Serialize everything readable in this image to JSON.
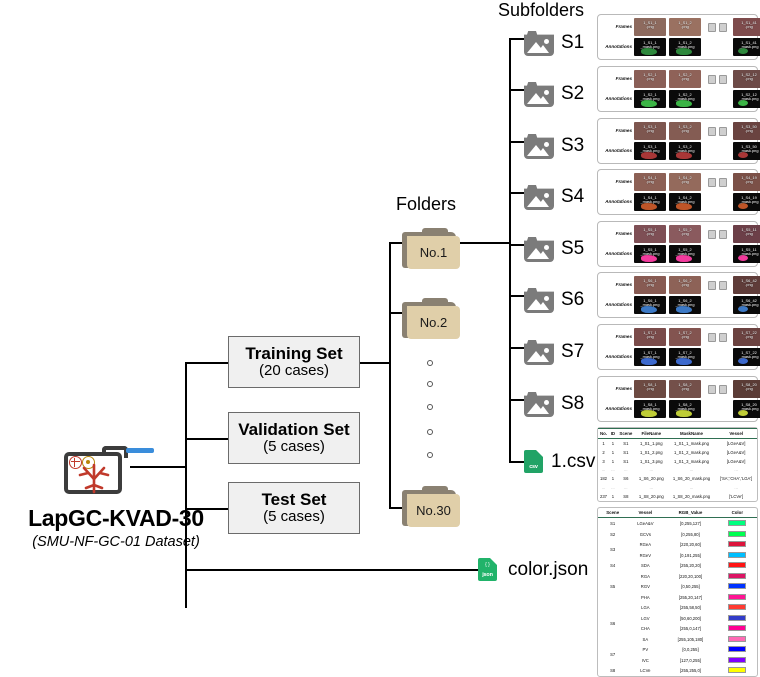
{
  "root": {
    "title": "LapGC-KVAD-30",
    "subtitle": "(SMU-NF-GC-01 Dataset)",
    "icon": "dataset-folder-icon"
  },
  "splits": [
    {
      "name": "Training Set",
      "cases": "(20 cases)"
    },
    {
      "name": "Validation Set",
      "cases": "(5 cases)"
    },
    {
      "name": "Test Set",
      "cases": "(5 cases)"
    }
  ],
  "folders": {
    "label": "Folders",
    "items": [
      {
        "label": "No.1"
      },
      {
        "label": "No.2"
      },
      {
        "label": "No.30"
      }
    ],
    "ellipsis_dots": 5
  },
  "subfolders": {
    "label": "Subfolders",
    "items": [
      {
        "label": "S1"
      },
      {
        "label": "S2"
      },
      {
        "label": "S3"
      },
      {
        "label": "S4"
      },
      {
        "label": "S5"
      },
      {
        "label": "S6"
      },
      {
        "label": "S7"
      },
      {
        "label": "S8"
      }
    ]
  },
  "files": [
    {
      "label": "1.csv",
      "icon": "csv-file-icon",
      "badge": "csv",
      "color": "#21a366"
    },
    {
      "label": "color.json",
      "icon": "json-file-icon",
      "badge": "json",
      "color": "#21b36a"
    }
  ],
  "panels": {
    "row_labels": {
      "frames": "Frames",
      "annotations": "Annotations"
    },
    "items": [
      {
        "id": "S1",
        "frames": [
          "1_S1_1\n.png",
          "1_S1_2\n.png",
          "1_S1_41\n.png"
        ],
        "annotations": [
          "1_S1_1\n_mask.png",
          "1_S1_2\n_mask.png",
          "1_S1_41\n_mask.png"
        ],
        "frame_colors": [
          "#8d6a5e",
          "#9a7161",
          "#7e4b4c"
        ],
        "ann_accent": "#2f8f3f"
      },
      {
        "id": "S2",
        "frames": [
          "1_S2_1\n.png",
          "1_S2_2\n.png",
          "1_S2_12\n.png"
        ],
        "annotations": [
          "1_S2_1\n_mask.png",
          "1_S2_2\n_mask.png",
          "1_S2_12\n_mask.png"
        ],
        "frame_colors": [
          "#8a5f57",
          "#8f6258",
          "#6d4a47"
        ],
        "ann_accent": "#3fbf4a"
      },
      {
        "id": "S3",
        "frames": [
          "1_S3_1\n.png",
          "1_S3_2\n.png",
          "1_S3_50\n.png"
        ],
        "annotations": [
          "1_S3_1\n_mask.png",
          "1_S3_2\n_mask.png",
          "1_S3_50\n_mask.png"
        ],
        "frame_colors": [
          "#7d564f",
          "#845c53",
          "#6a4340"
        ],
        "ann_accent": "#b23a3a"
      },
      {
        "id": "S4",
        "frames": [
          "1_S4_1\n.png",
          "1_S4_2\n.png",
          "1_S4_19\n.png"
        ],
        "annotations": [
          "1_S4_1\n_mask.png",
          "1_S4_2\n_mask.png",
          "1_S4_19\n_mask.png"
        ],
        "frame_colors": [
          "#8c6055",
          "#946a5c",
          "#7b5047"
        ],
        "ann_accent": "#c85a2a"
      },
      {
        "id": "S5",
        "frames": [
          "1_S5_1\n.png",
          "1_S5_2\n.png",
          "1_S5_11\n.png"
        ],
        "annotations": [
          "1_S5_1\n_mask.png",
          "1_S5_2\n_mask.png",
          "1_S5_11\n_mask.png"
        ],
        "frame_colors": [
          "#7e4f55",
          "#8a5a5e",
          "#6c3f48"
        ],
        "ann_accent": "#ff3ea5"
      },
      {
        "id": "S6",
        "frames": [
          "1_S6_1\n.png",
          "1_S6_2\n.png",
          "1_S6_42\n.png"
        ],
        "annotations": [
          "1_S6_1\n_mask.png",
          "1_S6_2\n_mask.png",
          "1_S6_42\n_mask.png"
        ],
        "frame_colors": [
          "#875a52",
          "#8d6257",
          "#5f3c39"
        ],
        "ann_accent": "#3f7fd0"
      },
      {
        "id": "S7",
        "frames": [
          "1_S7_1\n.png",
          "1_S7_2\n.png",
          "1_S7_22\n.png"
        ],
        "annotations": [
          "1_S7_1\n_mask.png",
          "1_S7_2\n_mask.png",
          "1_S7_22\n_mask.png"
        ],
        "frame_colors": [
          "#7a4b4a",
          "#835450",
          "#6b4240"
        ],
        "ann_accent": "#3f6fd8"
      },
      {
        "id": "S8",
        "frames": [
          "1_S8_1\n.png",
          "1_S8_2\n.png",
          "1_S8_20\n.png"
        ],
        "annotations": [
          "1_S8_1\n_mask.png",
          "1_S8_2\n_mask.png",
          "1_S8_20\n_mask.png"
        ],
        "frame_colors": [
          "#6d4a42",
          "#74504a",
          "#5b3c36"
        ],
        "ann_accent": "#c9d83a"
      }
    ]
  },
  "csv_table": {
    "columns": [
      "No.",
      "ID",
      "Scene",
      "FileName",
      "MaskName",
      "Vessel"
    ],
    "rows": [
      [
        "1",
        "1",
        "S1",
        "1_S1_1.png",
        "1_S1_1_mask.png",
        "[LGeA&V]"
      ],
      [
        "2",
        "1",
        "S1",
        "1_S1_2.png",
        "1_S1_2_mask.png",
        "[LGeA&V]"
      ],
      [
        "3",
        "1",
        "S1",
        "1_S1_3.png",
        "1_S1_3_mask.png",
        "[LGeA&V]"
      ],
      [
        "...",
        "...",
        "...",
        "...",
        "...",
        "..."
      ],
      [
        "182",
        "1",
        "S6",
        "1_S6_20.png",
        "1_S6_20_mask.png",
        "['SA','CHA','LGA']"
      ],
      [
        "...",
        "...",
        "...",
        "...",
        "...",
        "..."
      ],
      [
        "237",
        "1",
        "S8",
        "1_S8_20.png",
        "1_S8_20_mask.png",
        "['LCVe']"
      ]
    ]
  },
  "json_table": {
    "columns": [
      "Scene",
      "Vessel",
      "RGB_Value",
      "Color"
    ],
    "rows": [
      {
        "scene": "S1",
        "vessel": "LGeA&V",
        "rgb": "[0,255,127]",
        "color": "#00ff7f",
        "rowspan": 1
      },
      {
        "scene": "S2",
        "vessel": "GCVs",
        "rgb": "[0,255,80]",
        "color": "#00ff50",
        "rowspan": 1
      },
      {
        "scene": "S3",
        "vessel": "RGeA",
        "rgb": "[220,20,60]",
        "color": "#dc143c",
        "rowspan": 2
      },
      {
        "scene": "",
        "vessel": "RGeV",
        "rgb": "[0,191,255]",
        "color": "#00bfff",
        "rowspan": 0
      },
      {
        "scene": "S4",
        "vessel": "SDA",
        "rgb": "[255,20,20]",
        "color": "#ff1414",
        "rowspan": 1
      },
      {
        "scene": "S5",
        "vessel": "RGA",
        "rgb": "[220,20,100]",
        "color": "#dc1464",
        "rowspan": 3
      },
      {
        "scene": "",
        "vessel": "RGV",
        "rgb": "[0,50,255]",
        "color": "#0032ff",
        "rowspan": 0
      },
      {
        "scene": "",
        "vessel": "PHA",
        "rgb": "[255,20,147]",
        "color": "#ff1493",
        "rowspan": 0
      },
      {
        "scene": "S6",
        "vessel": "LGA",
        "rgb": "[255,58,50]",
        "color": "#ff3a32",
        "rowspan": 4
      },
      {
        "scene": "",
        "vessel": "LGV",
        "rgb": "[50,60,200]",
        "color": "#323cc8",
        "rowspan": 0
      },
      {
        "scene": "",
        "vessel": "CHA",
        "rgb": "[255,0,147]",
        "color": "#ff0093",
        "rowspan": 0
      },
      {
        "scene": "",
        "vessel": "SA",
        "rgb": "[255,105,180]",
        "color": "#ff69b4",
        "rowspan": 0
      },
      {
        "scene": "S7",
        "vessel": "PV",
        "rgb": "[0,0,255]",
        "color": "#0000ff",
        "rowspan": 2
      },
      {
        "scene": "",
        "vessel": "IVC",
        "rgb": "[127,0,255]",
        "color": "#7f00ff",
        "rowspan": 0
      },
      {
        "scene": "S8",
        "vessel": "LCVe",
        "rgb": "[255,255,0]",
        "color": "#ffff00",
        "rowspan": 1
      }
    ]
  }
}
